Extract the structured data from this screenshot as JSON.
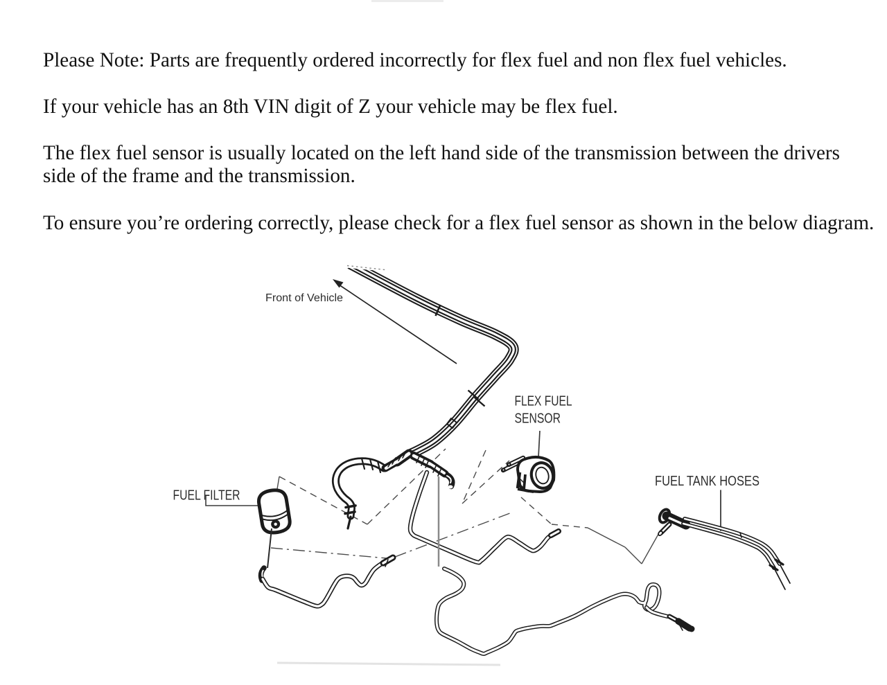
{
  "note": {
    "paragraphs": [
      "Please Note: Parts are frequently ordered incorrectly for flex fuel and non flex fuel vehicles.",
      "If your vehicle has an 8th VIN digit of Z your vehicle may be flex fuel.",
      "The flex fuel sensor is usually located on the left hand side of the transmission between the drivers side of the frame and the transmission.",
      "To ensure you’re ordering correctly, please check for a flex fuel sensor as shown in the below diagram."
    ]
  },
  "diagram": {
    "labels": {
      "front_of_vehicle": "Front of Vehicle",
      "flex_fuel_sensor_line1": "FLEX FUEL",
      "flex_fuel_sensor_line2": "SENSOR",
      "fuel_filter": "FUEL FILTER",
      "fuel_tank_hoses": "FUEL TANK HOSES"
    },
    "colors": {
      "ink": "#1c1c1c",
      "label_text": "#2d2d2d",
      "phantom_line": "#4a4a4a",
      "leader_line": "#3a3a3a"
    }
  }
}
